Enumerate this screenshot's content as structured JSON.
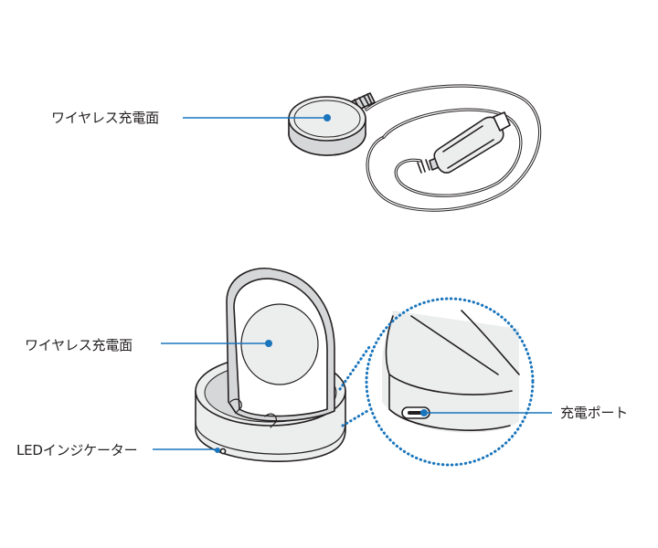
{
  "labels": {
    "wireless_charging_surface_top": "ワイヤレス充電面",
    "wireless_charging_surface_stand": "ワイヤレス充電面",
    "led_indicator": "LEDインジケーター",
    "charging_port": "充電ポート"
  },
  "colors": {
    "callout_line": "#1a75bc",
    "callout_dot": "#1a75bc",
    "zoom_circle": "#1a75bc",
    "outline": "#231f20",
    "shade": "#d6d7d9",
    "surface": "#eceded"
  }
}
